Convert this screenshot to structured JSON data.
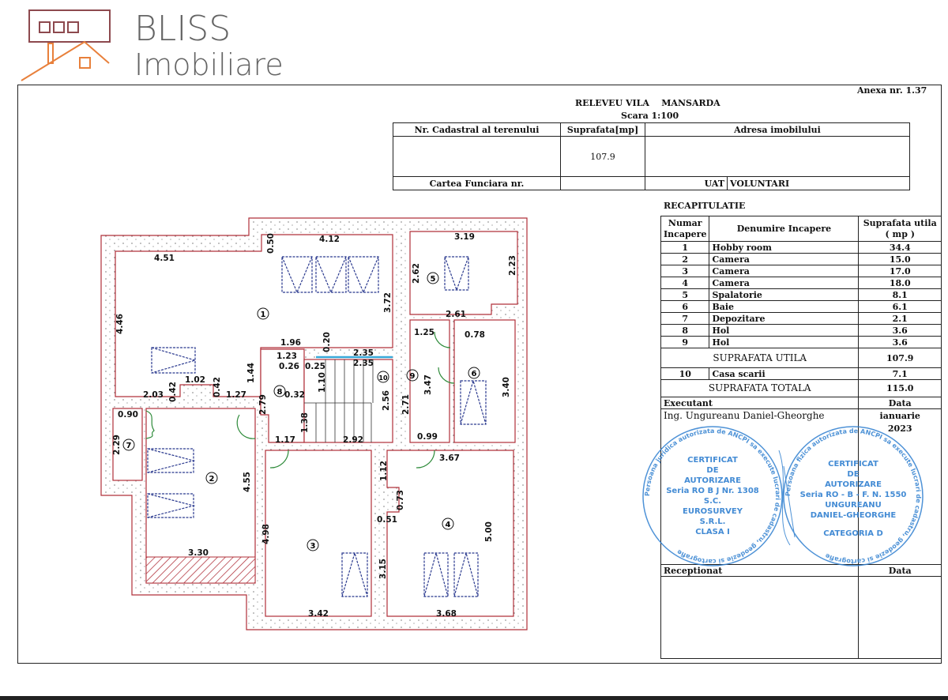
{
  "header": {
    "annex": "Anexa nr. 1.37",
    "title": "RELEVEU VILA    MANSARDA",
    "scale": "Scara 1:100"
  },
  "info_table": {
    "col_cadastral": "Nr. Cadastral al terenului",
    "col_area": "Suprafata[mp]",
    "col_address": "Adresa imobilului",
    "area_value": "107.9",
    "carte_funciara": "Cartea Funciara nr.",
    "uat_label": "UAT",
    "uat_value": "VOLUNTARI"
  },
  "recap": {
    "title": "RECAPITULATIE",
    "head_num": "Numar Incapere",
    "head_name": "Denumire Incapere",
    "head_area": "Suprafata utila ( mp )",
    "rows": [
      {
        "n": "1",
        "name": "Hobby room",
        "area": "34.4"
      },
      {
        "n": "2",
        "name": "Camera",
        "area": "15.0"
      },
      {
        "n": "3",
        "name": "Camera",
        "area": "17.0"
      },
      {
        "n": "4",
        "name": "Camera",
        "area": "18.0"
      },
      {
        "n": "5",
        "name": "Spalatorie",
        "area": "8.1"
      },
      {
        "n": "6",
        "name": "Baie",
        "area": "6.1"
      },
      {
        "n": "7",
        "name": "Depozitare",
        "area": "2.1"
      },
      {
        "n": "8",
        "name": "Hol",
        "area": "3.6"
      },
      {
        "n": "9",
        "name": "Hol",
        "area": "3.6"
      }
    ],
    "useful_label": "SUPRAFATA UTILA",
    "useful_value": "107.9",
    "row10": {
      "n": "10",
      "name": "Casa scarii",
      "area": "7.1"
    },
    "total_label": "SUPRAFATA TOTALA",
    "total_value": "115.0",
    "executant_label": "Executant",
    "data_label": "Data",
    "executant_name": "Ing. Ungureanu Daniel-Gheorghe",
    "date_month": "ianuarie",
    "date_year": "2023",
    "receptionat_label": "Receptionat",
    "data_label2": "Data"
  },
  "stamps": [
    {
      "ring": "Persoana juridica autorizata de ANCPI sa execute lucrari de cadastru, geodezie si cartografie",
      "lines": [
        "CERTIFICAT",
        "DE",
        "AUTORIZARE",
        "Seria RO  B  J Nr. 1308",
        "S.C.",
        "EUROSURVEY",
        "S.R.L.",
        "CLASA I"
      ]
    },
    {
      "ring": "Persoana fizica autorizata de ANCPI sa execute lucrari de cadastru, geodezie si cartografie",
      "lines": [
        "CERTIFICAT",
        "DE",
        "AUTORIZARE",
        "Seria RO - B - F. N. 1550",
        "UNGUREANU",
        "DANIEL-GHEORGHE",
        "CATEGORIA D"
      ]
    }
  ],
  "watermark": {
    "line1": "BLISS",
    "line2": "Imobiliare"
  },
  "plan": {
    "rooms": [
      "1",
      "2",
      "3",
      "4",
      "5",
      "6",
      "7",
      "8",
      "9",
      "10"
    ],
    "dims": [
      "4.51",
      "4.12",
      "0.50",
      "3.19",
      "2.23",
      "2.62",
      "3.72",
      "4.46",
      "2.61",
      "1.25",
      "0.78",
      "1.96",
      "1.23",
      "0.20",
      "2.35",
      "2.35",
      "0.26",
      "0.25",
      "1.10",
      "3.47",
      "3.40",
      "1.44",
      "1.02",
      "0.42",
      "0.42",
      "2.03",
      "1.27",
      "2.79",
      "0.32",
      "2.56",
      "2.71",
      "0.90",
      "1.38",
      "1.17",
      "2.92",
      "0.99",
      "2.29",
      "3.67",
      "1.12",
      "4.55",
      "0.73",
      "0.51",
      "4.98",
      "5.00",
      "3.15",
      "3.30",
      "3.42",
      "3.68"
    ]
  },
  "colors": {
    "wall": "#b0303a",
    "window": "#2b3a8f",
    "door": "#2e8b3a",
    "stamp": "#2f7fd0",
    "logo_dark": "#7a2a30",
    "logo_orange": "#e46a1a"
  }
}
